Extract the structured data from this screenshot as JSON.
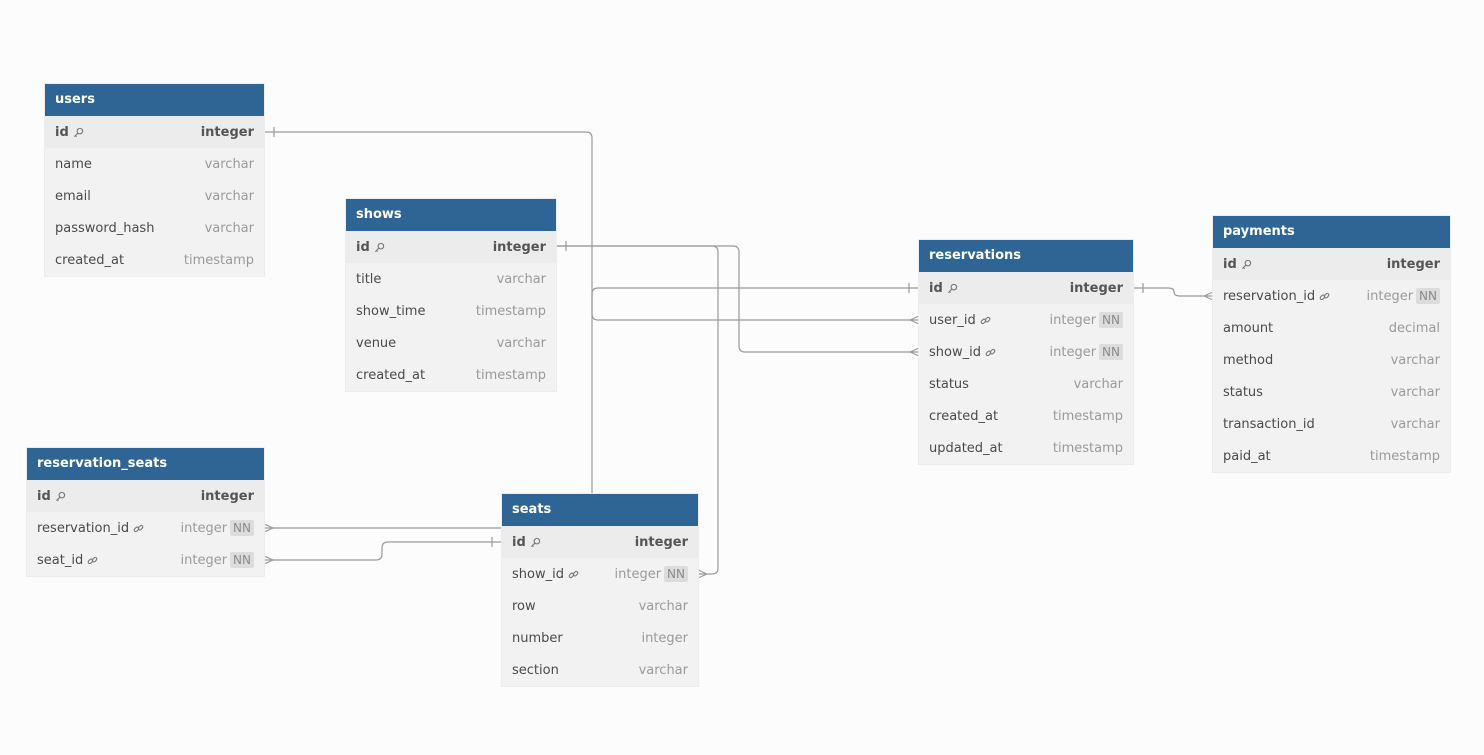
{
  "tables": [
    {
      "name": "users",
      "fields": [
        {
          "name": "id",
          "type": "integer",
          "pk": true
        },
        {
          "name": "name",
          "type": "varchar"
        },
        {
          "name": "email",
          "type": "varchar"
        },
        {
          "name": "password_hash",
          "type": "varchar"
        },
        {
          "name": "created_at",
          "type": "timestamp"
        }
      ]
    },
    {
      "name": "shows",
      "fields": [
        {
          "name": "id",
          "type": "integer",
          "pk": true
        },
        {
          "name": "title",
          "type": "varchar"
        },
        {
          "name": "show_time",
          "type": "timestamp"
        },
        {
          "name": "venue",
          "type": "varchar"
        },
        {
          "name": "created_at",
          "type": "timestamp"
        }
      ]
    },
    {
      "name": "reservations",
      "fields": [
        {
          "name": "id",
          "type": "integer",
          "pk": true
        },
        {
          "name": "user_id",
          "type": "integer",
          "fk": true,
          "nn": "NN"
        },
        {
          "name": "show_id",
          "type": "integer",
          "fk": true,
          "nn": "NN"
        },
        {
          "name": "status",
          "type": "varchar"
        },
        {
          "name": "created_at",
          "type": "timestamp"
        },
        {
          "name": "updated_at",
          "type": "timestamp"
        }
      ]
    },
    {
      "name": "payments",
      "fields": [
        {
          "name": "id",
          "type": "integer",
          "pk": true
        },
        {
          "name": "reservation_id",
          "type": "integer",
          "fk": true,
          "nn": "NN"
        },
        {
          "name": "amount",
          "type": "decimal"
        },
        {
          "name": "method",
          "type": "varchar"
        },
        {
          "name": "status",
          "type": "varchar"
        },
        {
          "name": "transaction_id",
          "type": "varchar"
        },
        {
          "name": "paid_at",
          "type": "timestamp"
        }
      ]
    },
    {
      "name": "reservation_seats",
      "fields": [
        {
          "name": "id",
          "type": "integer",
          "pk": true
        },
        {
          "name": "reservation_id",
          "type": "integer",
          "fk": true,
          "nn": "NN"
        },
        {
          "name": "seat_id",
          "type": "integer",
          "fk": true,
          "nn": "NN"
        }
      ]
    },
    {
      "name": "seats",
      "fields": [
        {
          "name": "id",
          "type": "integer",
          "pk": true
        },
        {
          "name": "show_id",
          "type": "integer",
          "fk": true,
          "nn": "NN"
        },
        {
          "name": "row",
          "type": "varchar"
        },
        {
          "name": "number",
          "type": "integer"
        },
        {
          "name": "section",
          "type": "varchar"
        }
      ]
    }
  ],
  "relationships": [
    {
      "from": "reservations.user_id",
      "to": "users.id"
    },
    {
      "from": "reservations.show_id",
      "to": "shows.id"
    },
    {
      "from": "payments.reservation_id",
      "to": "reservations.id"
    },
    {
      "from": "reservation_seats.reservation_id",
      "to": "reservations.id"
    },
    {
      "from": "reservation_seats.seat_id",
      "to": "seats.id"
    },
    {
      "from": "seats.show_id",
      "to": "shows.id"
    }
  ],
  "colors": {
    "header": "#2f6594",
    "edge": "#9a9a9a"
  }
}
